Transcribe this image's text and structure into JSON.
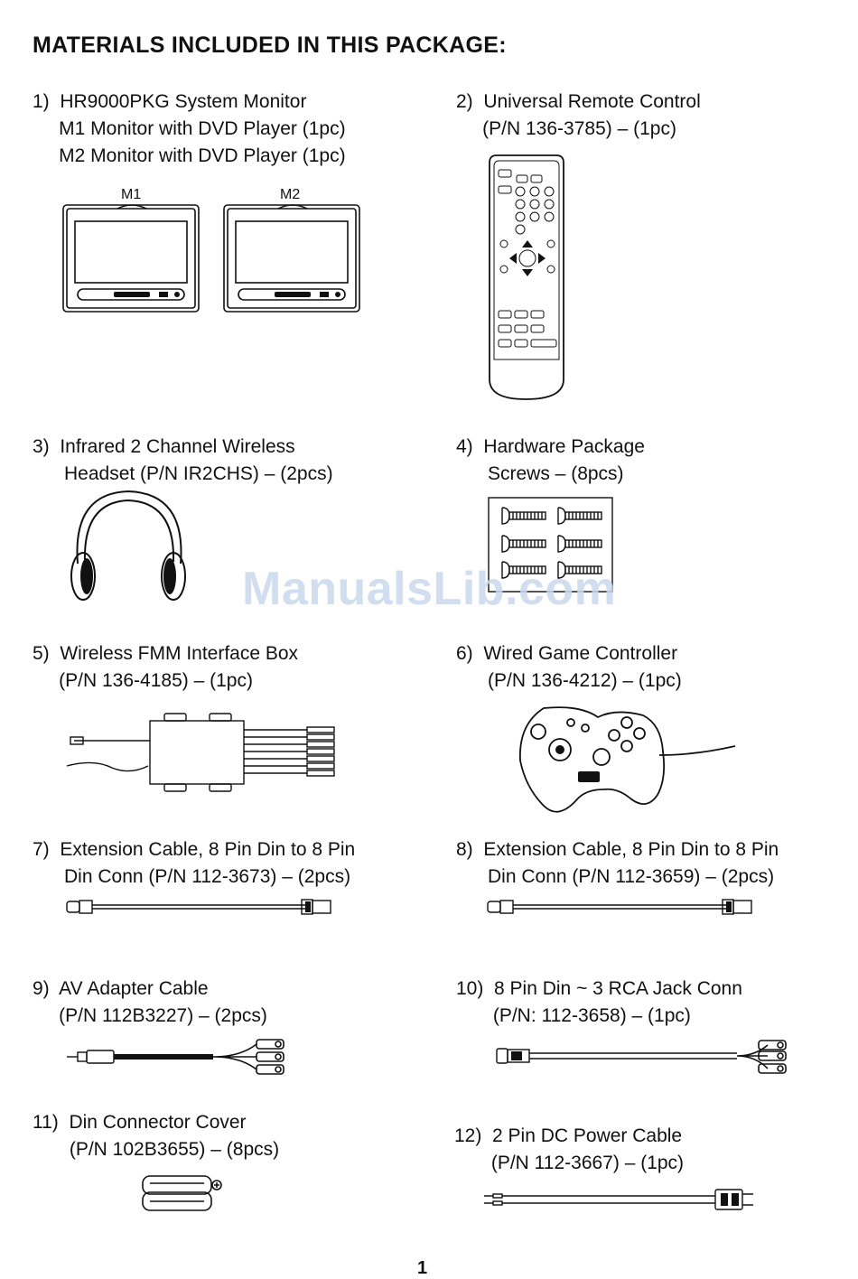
{
  "page_title": "MATERIALS INCLUDED IN THIS PACKAGE:",
  "items": [
    {
      "lines": [
        "1)  HR9000PKG System Monitor",
        "     M1 Monitor with DVD Player (1pc)",
        "     M2 Monitor with DVD Player (1pc)"
      ]
    },
    {
      "lines": [
        "2)  Universal Remote Control",
        "     (P/N 136-3785) – (1pc)"
      ]
    },
    {
      "lines": [
        "3)  Infrared 2 Channel Wireless",
        "      Headset (P/N IR2CHS) – (2pcs)"
      ]
    },
    {
      "lines": [
        "4)  Hardware Package",
        "      Screws – (8pcs)"
      ]
    },
    {
      "lines": [
        "5)  Wireless FMM Interface Box",
        "     (P/N 136-4185) – (1pc)"
      ]
    },
    {
      "lines": [
        "6)  Wired Game Controller",
        "      (P/N 136-4212) – (1pc)"
      ]
    },
    {
      "lines": [
        "7)  Extension Cable, 8 Pin Din to 8 Pin",
        "      Din Conn (P/N 112-3673) – (2pcs)"
      ]
    },
    {
      "lines": [
        "8)  Extension Cable, 8 Pin Din to 8 Pin",
        "      Din Conn (P/N 112-3659) – (2pcs)"
      ]
    },
    {
      "lines": [
        "9)  AV Adapter Cable",
        "     (P/N 112B3227) – (2pcs)"
      ]
    },
    {
      "lines": [
        "10)  8 Pin Din ~ 3 RCA Jack Conn",
        "       (P/N: 112-3658) – (1pc)"
      ]
    },
    {
      "lines": [
        "11)  Din Connector Cover",
        "       (P/N 102B3655) – (8pcs)"
      ]
    },
    {
      "lines": [
        "12)  2 Pin DC Power Cable",
        "       (P/N 112-3667) – (1pc)"
      ]
    }
  ],
  "monitor_labels": [
    "M1",
    "M2"
  ],
  "watermark": "ManualsLib.com",
  "page_number": "1"
}
